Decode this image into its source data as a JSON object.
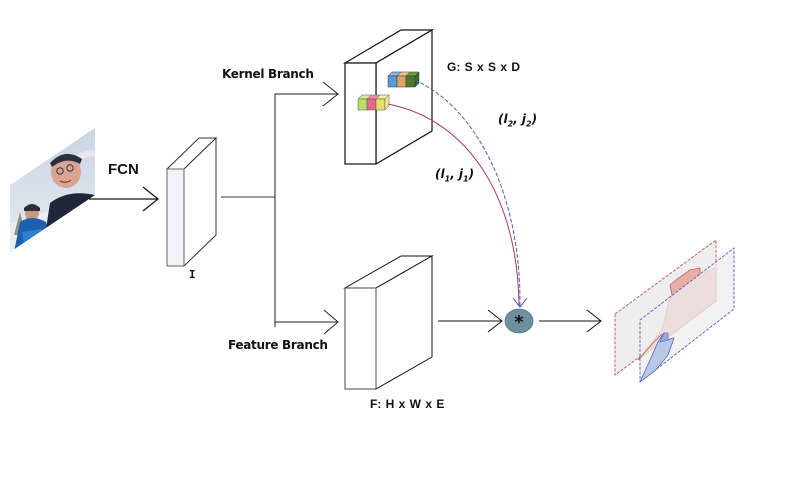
{
  "diagram": {
    "type": "architecture-flow",
    "labels": {
      "fcn": "FCN",
      "input_feature": "I",
      "kernel_branch": "Kernel Branch",
      "feature_branch": "Feature Branch",
      "kernel_tensor": "G: S x S x D",
      "feature_tensor": "F: H x W x E",
      "position_2_prefix": "(l",
      "position_2_sub1": "2",
      "position_2_mid": ", j",
      "position_2_sub2": "2",
      "position_2_suffix": ")",
      "position_1_prefix": "(l",
      "position_1_sub1": "1",
      "position_1_mid": ", j",
      "position_1_sub2": "1",
      "position_1_suffix": ")",
      "operator_symbol": "*"
    },
    "nodes": [
      {
        "id": "input-image",
        "kind": "photo",
        "description": "skewed input photo of two people in snow"
      },
      {
        "id": "feature-I",
        "kind": "3d-block",
        "label": "I"
      },
      {
        "id": "kernel-G",
        "kind": "3d-block",
        "label": "G: S x S x D"
      },
      {
        "id": "feature-F",
        "kind": "3d-block",
        "label": "F: H x W x E"
      },
      {
        "id": "conv-op",
        "kind": "circle-operator",
        "label": "*"
      },
      {
        "id": "output-masks",
        "kind": "stacked-planes",
        "description": "two instance mask planes (red and blue)"
      }
    ],
    "edges": [
      {
        "from": "input-image",
        "to": "feature-I",
        "label": "FCN"
      },
      {
        "from": "feature-I",
        "to": "kernel-G",
        "label": "Kernel Branch"
      },
      {
        "from": "feature-I",
        "to": "feature-F",
        "label": "Feature Branch"
      },
      {
        "from": "kernel-G",
        "to": "conv-op",
        "label": "(l1, j1)",
        "style": "solid",
        "color": "#b03a5b"
      },
      {
        "from": "kernel-G",
        "to": "conv-op",
        "label": "(l2, j2)",
        "style": "dashed",
        "color": "#4a5bc4"
      },
      {
        "from": "feature-F",
        "to": "conv-op"
      },
      {
        "from": "conv-op",
        "to": "output-masks"
      }
    ],
    "colors": {
      "kernel_cells_row1": [
        "#5b9bd5",
        "#e0a46a",
        "#4a7d2a"
      ],
      "kernel_cells_row2": [
        "#b5e06a",
        "#e06a8a",
        "#e6e06a"
      ],
      "curve_1": "#b03a5b",
      "curve_2": "#4a5bc4",
      "operator_fill": "#6e8fa0",
      "mask_red": "#e8a9a0",
      "mask_blue": "#b8c6e8",
      "plane_fill": "#eeeeee",
      "plane_red_border": "#c0504d",
      "plane_blue_border": "#4f62b8",
      "block_front_I": "#f2f2fb"
    }
  }
}
